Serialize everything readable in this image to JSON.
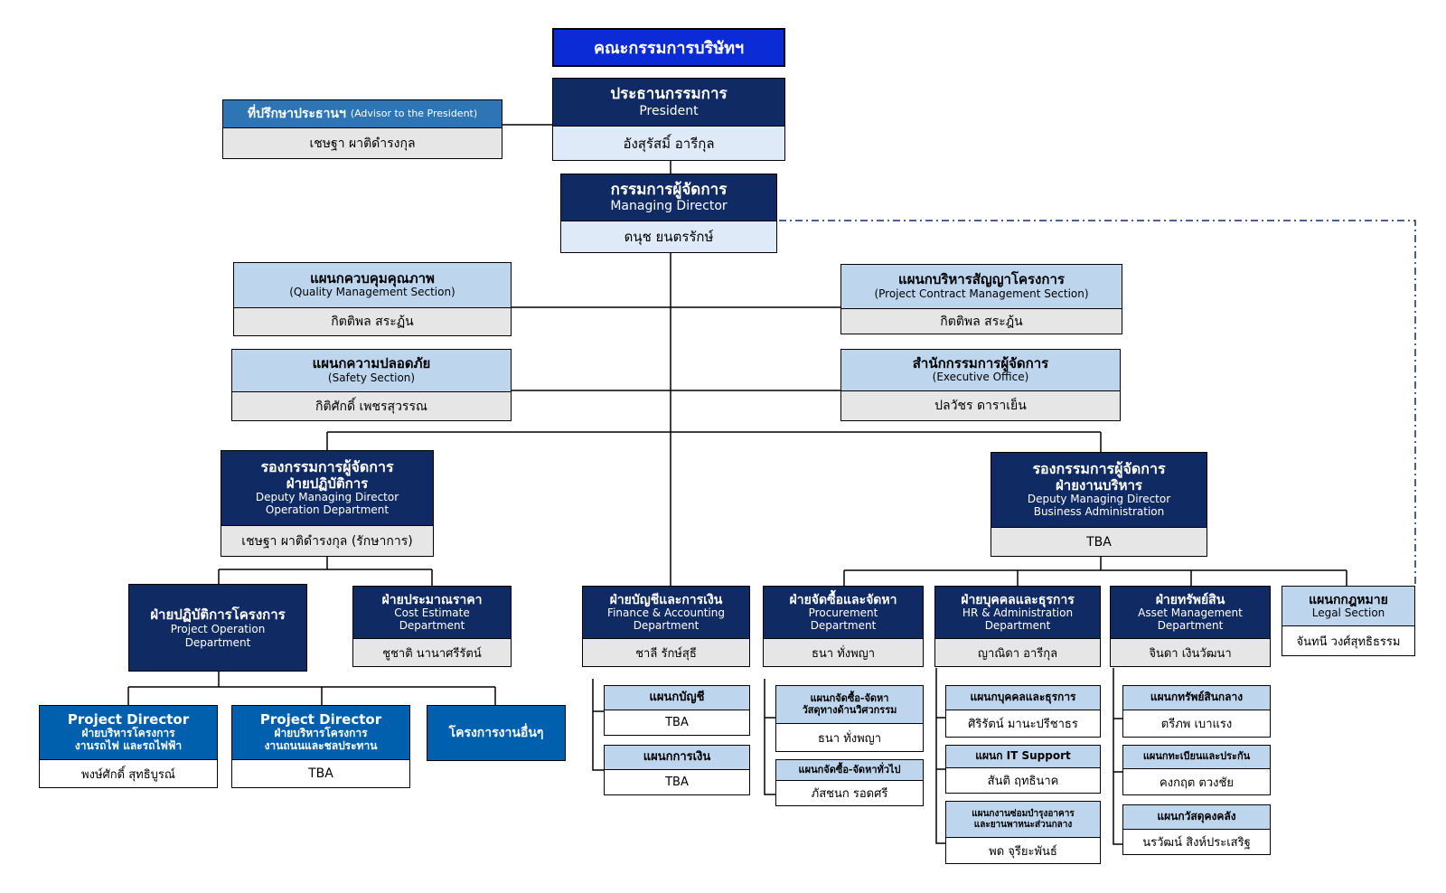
{
  "board": {
    "title": "คณะกรรมการบริษัทฯ"
  },
  "president": {
    "title": "ประธานกรรมการ",
    "sub": "President",
    "name": "อังสุรัสมิ์  อารีกุล"
  },
  "advisor": {
    "title": "ที่ปรึกษาประธานฯ",
    "sub": "(Advisor to the President)",
    "name": "เชษฐา ผาติดำรงกุล"
  },
  "md": {
    "title": "กรรมการผู้จัดการ",
    "sub": "Managing Director",
    "name": "ดนุช  ยนตรรักษ์"
  },
  "quality": {
    "title": "แผนกควบคุมคุณภาพ",
    "sub": "(Quality Management Section)",
    "name": "กิตติพล สระฏ้น"
  },
  "contract": {
    "title": "แผนกบริหารสัญญาโครงการ",
    "sub": "(Project Contract Management Section)",
    "name": "กิตติพล สระฎ้น"
  },
  "safety": {
    "title": "แผนกความปลอดภัย",
    "sub": "(Safety Section)",
    "name": "กิติศักดิ์  เพชรสุวรรณ"
  },
  "exec": {
    "title": "สำนักกรรมการผู้จัดการ",
    "sub": "(Executive Office)",
    "name": "ปลวัชร  ดาราเย็น"
  },
  "dmd_op": {
    "title1": "รองกรรมการผู้จัดการ",
    "title2": "ฝ่ายปฏิบัติการ",
    "sub1": "Deputy Managing Director",
    "sub2": "Operation Department",
    "name": "เชษฐา ผาติดำรงกุล (รักษาการ)"
  },
  "dmd_ba": {
    "title1": "รองกรรมการผู้จัดการ",
    "title2": "ฝ่ายงานบริหาร",
    "sub1": "Deputy Managing Director",
    "sub2": "Business Administration",
    "name": "TBA"
  },
  "proj_op": {
    "title": "ฝ่ายปฏิบัติการโครงการ",
    "sub1": "Project Operation",
    "sub2": "Department"
  },
  "cost": {
    "title": "ฝ่ายประมาณราคา",
    "sub1": "Cost Estimate",
    "sub2": "Department",
    "name": "ชูชาติ นานาศรีรัตน์"
  },
  "pd1": {
    "title": "Project Director",
    "sub1": "ฝ่ายบริหารโครงการ",
    "sub2": "งานรถไฟ และรถไฟฟ้า",
    "name": "พงษ์ศักดิ์ สุทธิบูรณ์"
  },
  "pd2": {
    "title": "Project Director",
    "sub1": "ฝ่ายบริหารโครงการ",
    "sub2": "งานถนนและชลประทาน",
    "name": "TBA"
  },
  "other": {
    "title": "โครงการงานอื่นๆ"
  },
  "finance": {
    "title": "ฝ่ายบัญชีและการเงิน",
    "sub1": "Finance & Accounting",
    "sub2": "Department",
    "name": "ชาลี  รักษ์สุธี"
  },
  "acct": {
    "title": "แผนกบัญชี",
    "name": "TBA"
  },
  "fin_sec": {
    "title": "แผนกการเงิน",
    "name": "TBA"
  },
  "procure": {
    "title": "ฝ่ายจัดซื้อและจัดหา",
    "sub1": "Procurement",
    "sub2": "Department",
    "name": "ธนา  ทั่งพญา"
  },
  "proc_eng": {
    "title1": "แผนกจัดซื้อ-จัดหา",
    "title2": "วัสดุทางด้านวิศวกรรม",
    "name": "ธนา ทั่งพญา"
  },
  "proc_gen": {
    "title": "แผนกจัดซื้อ-จัดหาทั่วไป",
    "name": "ภัสชนก รอดศรี"
  },
  "hr": {
    "title": "ฝ่ายบุคคลและธุรการ",
    "sub1": "HR & Administration",
    "sub2": "Department",
    "name": "ญาณิดา  อารีกุล"
  },
  "hr_sec": {
    "title": "แผนกบุคคลและธุรการ",
    "name": "ศิริรัตน์ มานะปรีชาธร"
  },
  "it": {
    "title": "แผนก IT Support",
    "name": "สันติ ฤทธินาค"
  },
  "maint": {
    "title1": "แผนกงานซ่อมบำรุงอาคาร",
    "title2": "และยานพาหนะส่วนกลาง",
    "name": "พด จุรียะพันธ์"
  },
  "asset": {
    "title": "ฝ่ายทรัพย์สิน",
    "sub1": "Asset Management",
    "sub2": "Department",
    "name": "จินดา เงินวัฒนา"
  },
  "asset_c": {
    "title": "แผนกทรัพย์สินกลาง",
    "name": "ตรีภพ เบาแรง"
  },
  "registry": {
    "title": "แผนกทะเบียนและประกัน",
    "name": "คงกฤต ตวงชัย"
  },
  "stock": {
    "title": "แผนกวัสดุคงคลัง",
    "name": "นรวัฒน์ สิงห์ประเสริฐ"
  },
  "legal": {
    "title": "แผนกกฎหมาย",
    "sub": "Legal Section",
    "name": "จันทนี วงศ์สุทธิธรรม"
  }
}
